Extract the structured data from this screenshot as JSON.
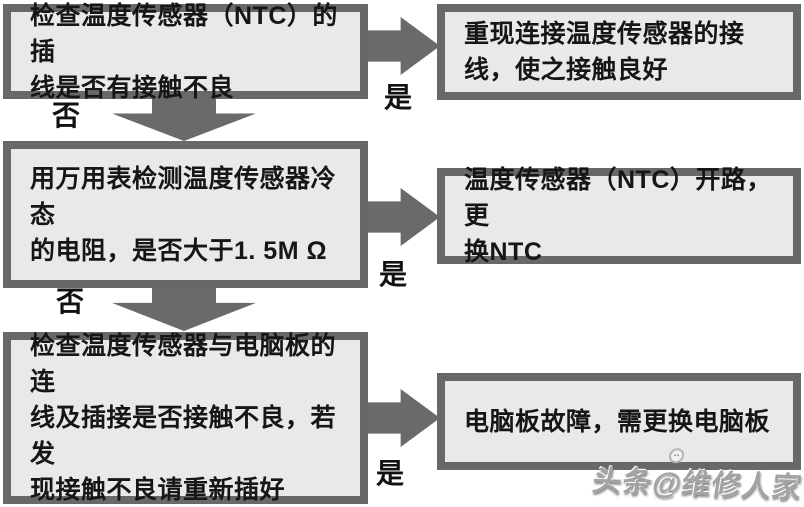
{
  "flowchart": {
    "nodes": [
      {
        "id": "check-sensor-plug",
        "text": "检查温度传感器（NTC）的插\n线是否有接触不良"
      },
      {
        "id": "reconnect-sensor-wire",
        "text": "重现连接温度传感器的接\n线，使之接触良好"
      },
      {
        "id": "measure-cold-resistance",
        "text": "用万用表检测温度传感器冷态\n的电阻，是否大于1. 5M Ω"
      },
      {
        "id": "replace-ntc",
        "text": "温度传感器（NTC）开路，更\n换NTC"
      },
      {
        "id": "check-board-connection",
        "text": "检查温度传感器与电脑板的连\n线及插接是否接触不良，若发\n现接触不良请重新插好"
      },
      {
        "id": "replace-board",
        "text": "电脑板故障，需更换电脑板"
      }
    ],
    "labels": {
      "yes": "是",
      "no": "否"
    },
    "colors": {
      "box_fill": "#e9e9e9",
      "box_border": "#686868",
      "arrow": "#6a6a6a",
      "text": "#161616",
      "background": "#ffffff"
    }
  },
  "watermark": {
    "text": "头条@维修人家"
  }
}
